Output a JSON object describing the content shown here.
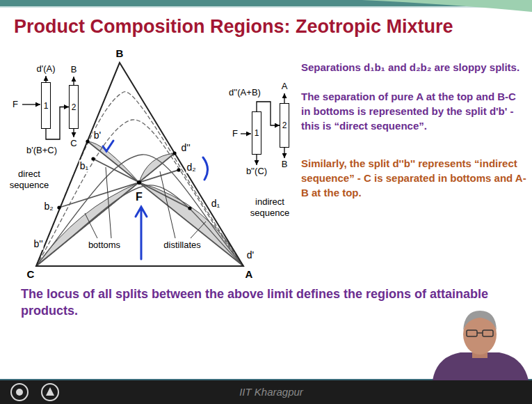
{
  "diagram": {
    "title": "Product Composition Regions: Zeotropic Mixture",
    "nodes": [
      {
        "text": [
          "1"
        ]
      },
      {
        "text": [
          "2"
        ]
      },
      {
        "text": [
          "1"
        ]
      },
      {
        "text": [
          "2"
        ]
      }
    ],
    "edges": [
      {
        "from": 0,
        "to": 1,
        "arrow": "to"
      },
      {
        "from": 2,
        "to": 3,
        "arrow": "to"
      }
    ],
    "labels": [
      "Separations d₁b₁ and d₂b₂ are sloppy splits.",
      "The separation of pure A at the top and B-C in bottoms is represented by the split d'b' - this is “direct sequence”.",
      "Similarly, the split d''b'' represents “indirect sequence” - C is separated in bottoms and A-B at the top.",
      "The locus of all splits between the above limit defines the regions of attainable products.",
      "d'(A)",
      "B",
      "F",
      "C",
      "b'(B+C)",
      "direct sequence",
      "B",
      "b'",
      "b₁",
      "b₂",
      "b''",
      "C",
      "bottoms",
      "F",
      "distillates",
      "d''",
      "d₂",
      "d₁",
      "d'",
      "A",
      "d''(A+B)",
      "A",
      "F",
      "b''(C)",
      "B",
      "indirect sequence",
      "IIT Kharagpur"
    ]
  }
}
